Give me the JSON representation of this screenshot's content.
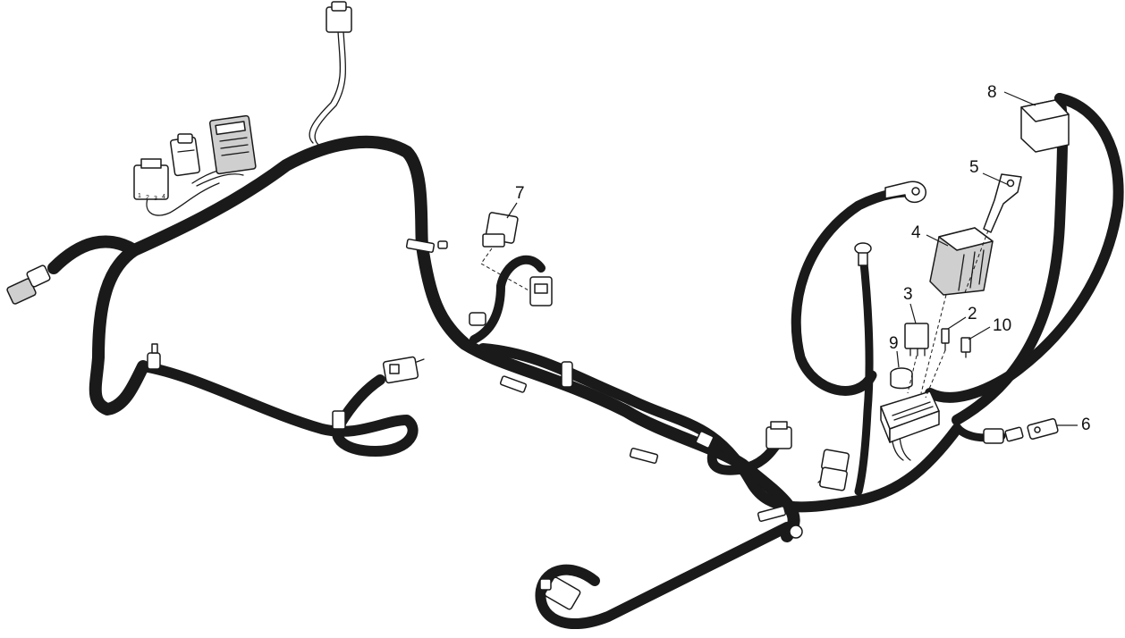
{
  "callouts": [
    {
      "id": "1",
      "label": "8"
    },
    {
      "id": "2",
      "label": "5"
    },
    {
      "id": "3",
      "label": "4"
    },
    {
      "id": "4",
      "label": "7"
    },
    {
      "id": "5",
      "label": "3"
    },
    {
      "id": "6",
      "label": "2"
    },
    {
      "id": "7",
      "label": "10"
    },
    {
      "id": "8",
      "label": "9"
    },
    {
      "id": "9",
      "label": "6"
    }
  ],
  "connector_pin_labels": {
    "pin_1": "1",
    "pin_2": "2",
    "pin_3": "3",
    "pin_4": "4"
  },
  "colors": {
    "line": "#1a1a1a",
    "background": "#ffffff",
    "fill_shade": "#cfcfcf"
  }
}
